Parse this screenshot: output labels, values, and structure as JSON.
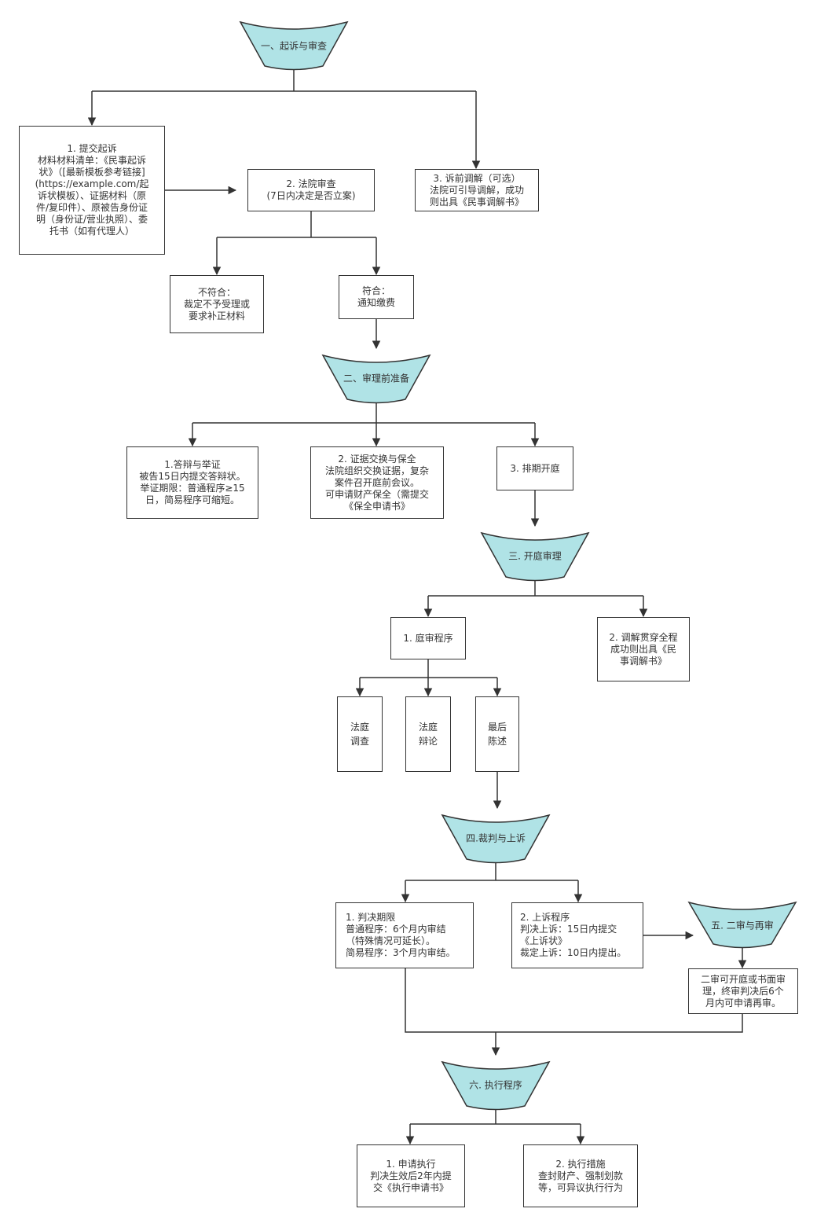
{
  "phases": {
    "p1": "一、起诉与审查",
    "p2": "二、审理前准备",
    "p3": "三. 开庭审理",
    "p4": "四.裁判与上诉",
    "p5": "五. 二审与再审",
    "p6": "六. 执行程序"
  },
  "boxes": {
    "submit": [
      "1. 提交起诉",
      "材料材料清单：《民事起诉",
      "状》（[最新模板参考链接]",
      "(https://example.com/起",
      "诉状模板）、证据材料（原",
      "件/复印件）、原被告身份证",
      "明（身份证/营业执照）、委",
      "托书（如有代理人）"
    ],
    "review": [
      "2. 法院审查",
      "(7日内决定是否立案)"
    ],
    "mediation_pre": [
      "3. 诉前调解（可选）",
      "法院可引导调解，成功",
      "则出具《民事调解书》"
    ],
    "reject": [
      "不符合：",
      "裁定不予受理或",
      "要求补正材料"
    ],
    "accept": [
      "符合：",
      "通知缴费"
    ],
    "defense": [
      "1.答辩与举证",
      "被告15日内提交答辩状。",
      "举证期限：普通程序≥15",
      "日，简易程序可缩短。"
    ],
    "evidence": [
      "2. 证据交换与保全",
      "法院组织交换证据，复杂",
      "案件召开庭前会议。",
      "可申请财产保全（需提交",
      "《保全申请书》"
    ],
    "schedule": [
      "3. 排期开庭"
    ],
    "trial_proc": [
      "1. 庭审程序"
    ],
    "mediation_trial": [
      "2. 调解贯穿全程",
      "成功则出具《民",
      "事调解书》"
    ],
    "investigation": [
      "法庭",
      "调查"
    ],
    "debate": [
      "法庭",
      "辩论"
    ],
    "final": [
      "最后",
      "陈述"
    ],
    "judgment_term": [
      "1. 判决期限",
      "普通程序：6个月内审结",
      "（特殊情况可延长）。",
      "简易程序：3个月内审结。"
    ],
    "appeal": [
      "2. 上诉程序",
      "判决上诉：15日内提交",
      "《上诉状》",
      "裁定上诉：10日内提出。"
    ],
    "second_trial": [
      "二审可开庭或书面审",
      "理，终审判决后6个",
      "月内可申请再审。"
    ],
    "apply_exec": [
      "1. 申请执行",
      "判决生效后2年内提",
      "交《执行申请书》"
    ],
    "exec_measures": [
      "2. 执行措施",
      "查封财产、强制划款",
      "等，可异议执行行为"
    ]
  },
  "colors": {
    "phase_fill": "#b0e3e6",
    "stroke": "#333333"
  }
}
